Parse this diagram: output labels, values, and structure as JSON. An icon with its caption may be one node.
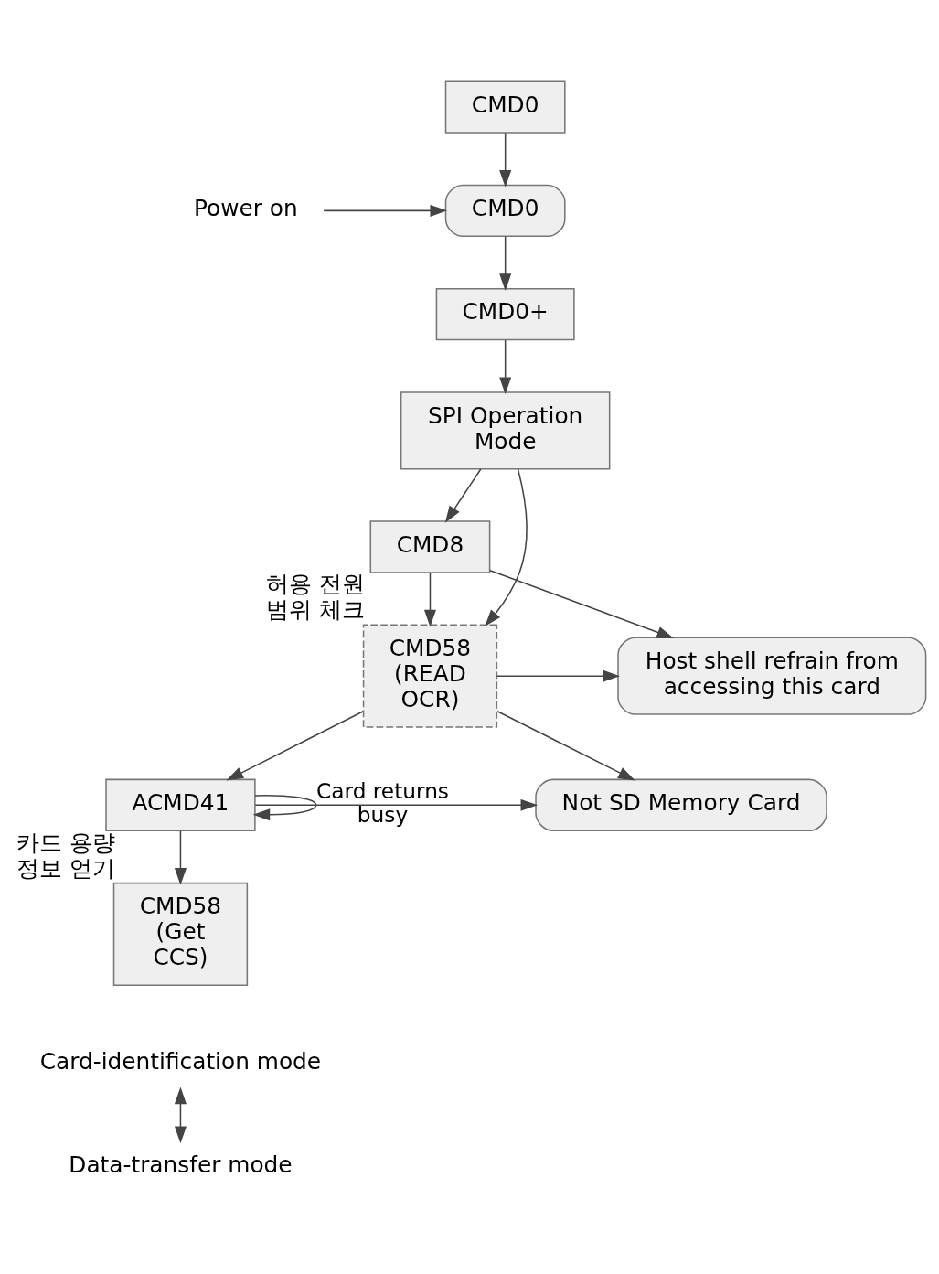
{
  "diagram": {
    "nodes": [
      {
        "text": [
          "CMD0"
        ]
      },
      {
        "text": [
          "Power on"
        ]
      },
      {
        "text": [
          "CMD0"
        ]
      },
      {
        "text": [
          "CMD0+"
        ]
      },
      {
        "text": [
          "SPI Operation Mode"
        ]
      },
      {
        "text": [
          "CMD8"
        ]
      },
      {
        "text": [
          "Host shell refrain from accessing this card"
        ]
      },
      {
        "text": [
          "CMD58 (READ OCR)"
        ],
        "beside": [
          "허용 전원 범위 체크"
        ]
      },
      {
        "text": [
          "Not SD Memory Card"
        ]
      },
      {
        "text": [
          "ACMD41"
        ]
      },
      {
        "text": [
          "CMD58 (Get CCS)"
        ],
        "beside": [
          "카드 용량 정보 얻기"
        ]
      },
      {
        "text": [
          "Card-identification mode"
        ]
      },
      {
        "text": [
          "Data-transfer mode"
        ]
      }
    ],
    "edges": [
      {
        "from": 0,
        "to": 2,
        "arrow": "to"
      },
      {
        "from": 1,
        "to": 2,
        "arrow": "to"
      },
      {
        "from": 2,
        "to": 3,
        "arrow": "to"
      },
      {
        "from": 3,
        "to": 4,
        "arrow": "to"
      },
      {
        "from": 4,
        "to": 5,
        "arrow": "to"
      },
      {
        "from": 4,
        "to": 7,
        "arrow": "to"
      },
      {
        "from": 5,
        "to": 7,
        "arrow": "to"
      },
      {
        "from": 5,
        "to": 6,
        "arrow": "to"
      },
      {
        "from": 7,
        "to": 6,
        "arrow": "to"
      },
      {
        "from": 7,
        "to": 8,
        "arrow": "to"
      },
      {
        "from": 7,
        "to": 9,
        "arrow": "to"
      },
      {
        "from": 9,
        "to": 9,
        "label": "Card returns busy",
        "arrow": "to"
      },
      {
        "from": 9,
        "to": 8,
        "arrow": "to"
      },
      {
        "from": 9,
        "to": 10,
        "arrow": "to"
      },
      {
        "from": 11,
        "to": 12,
        "arrow": "both"
      }
    ]
  }
}
